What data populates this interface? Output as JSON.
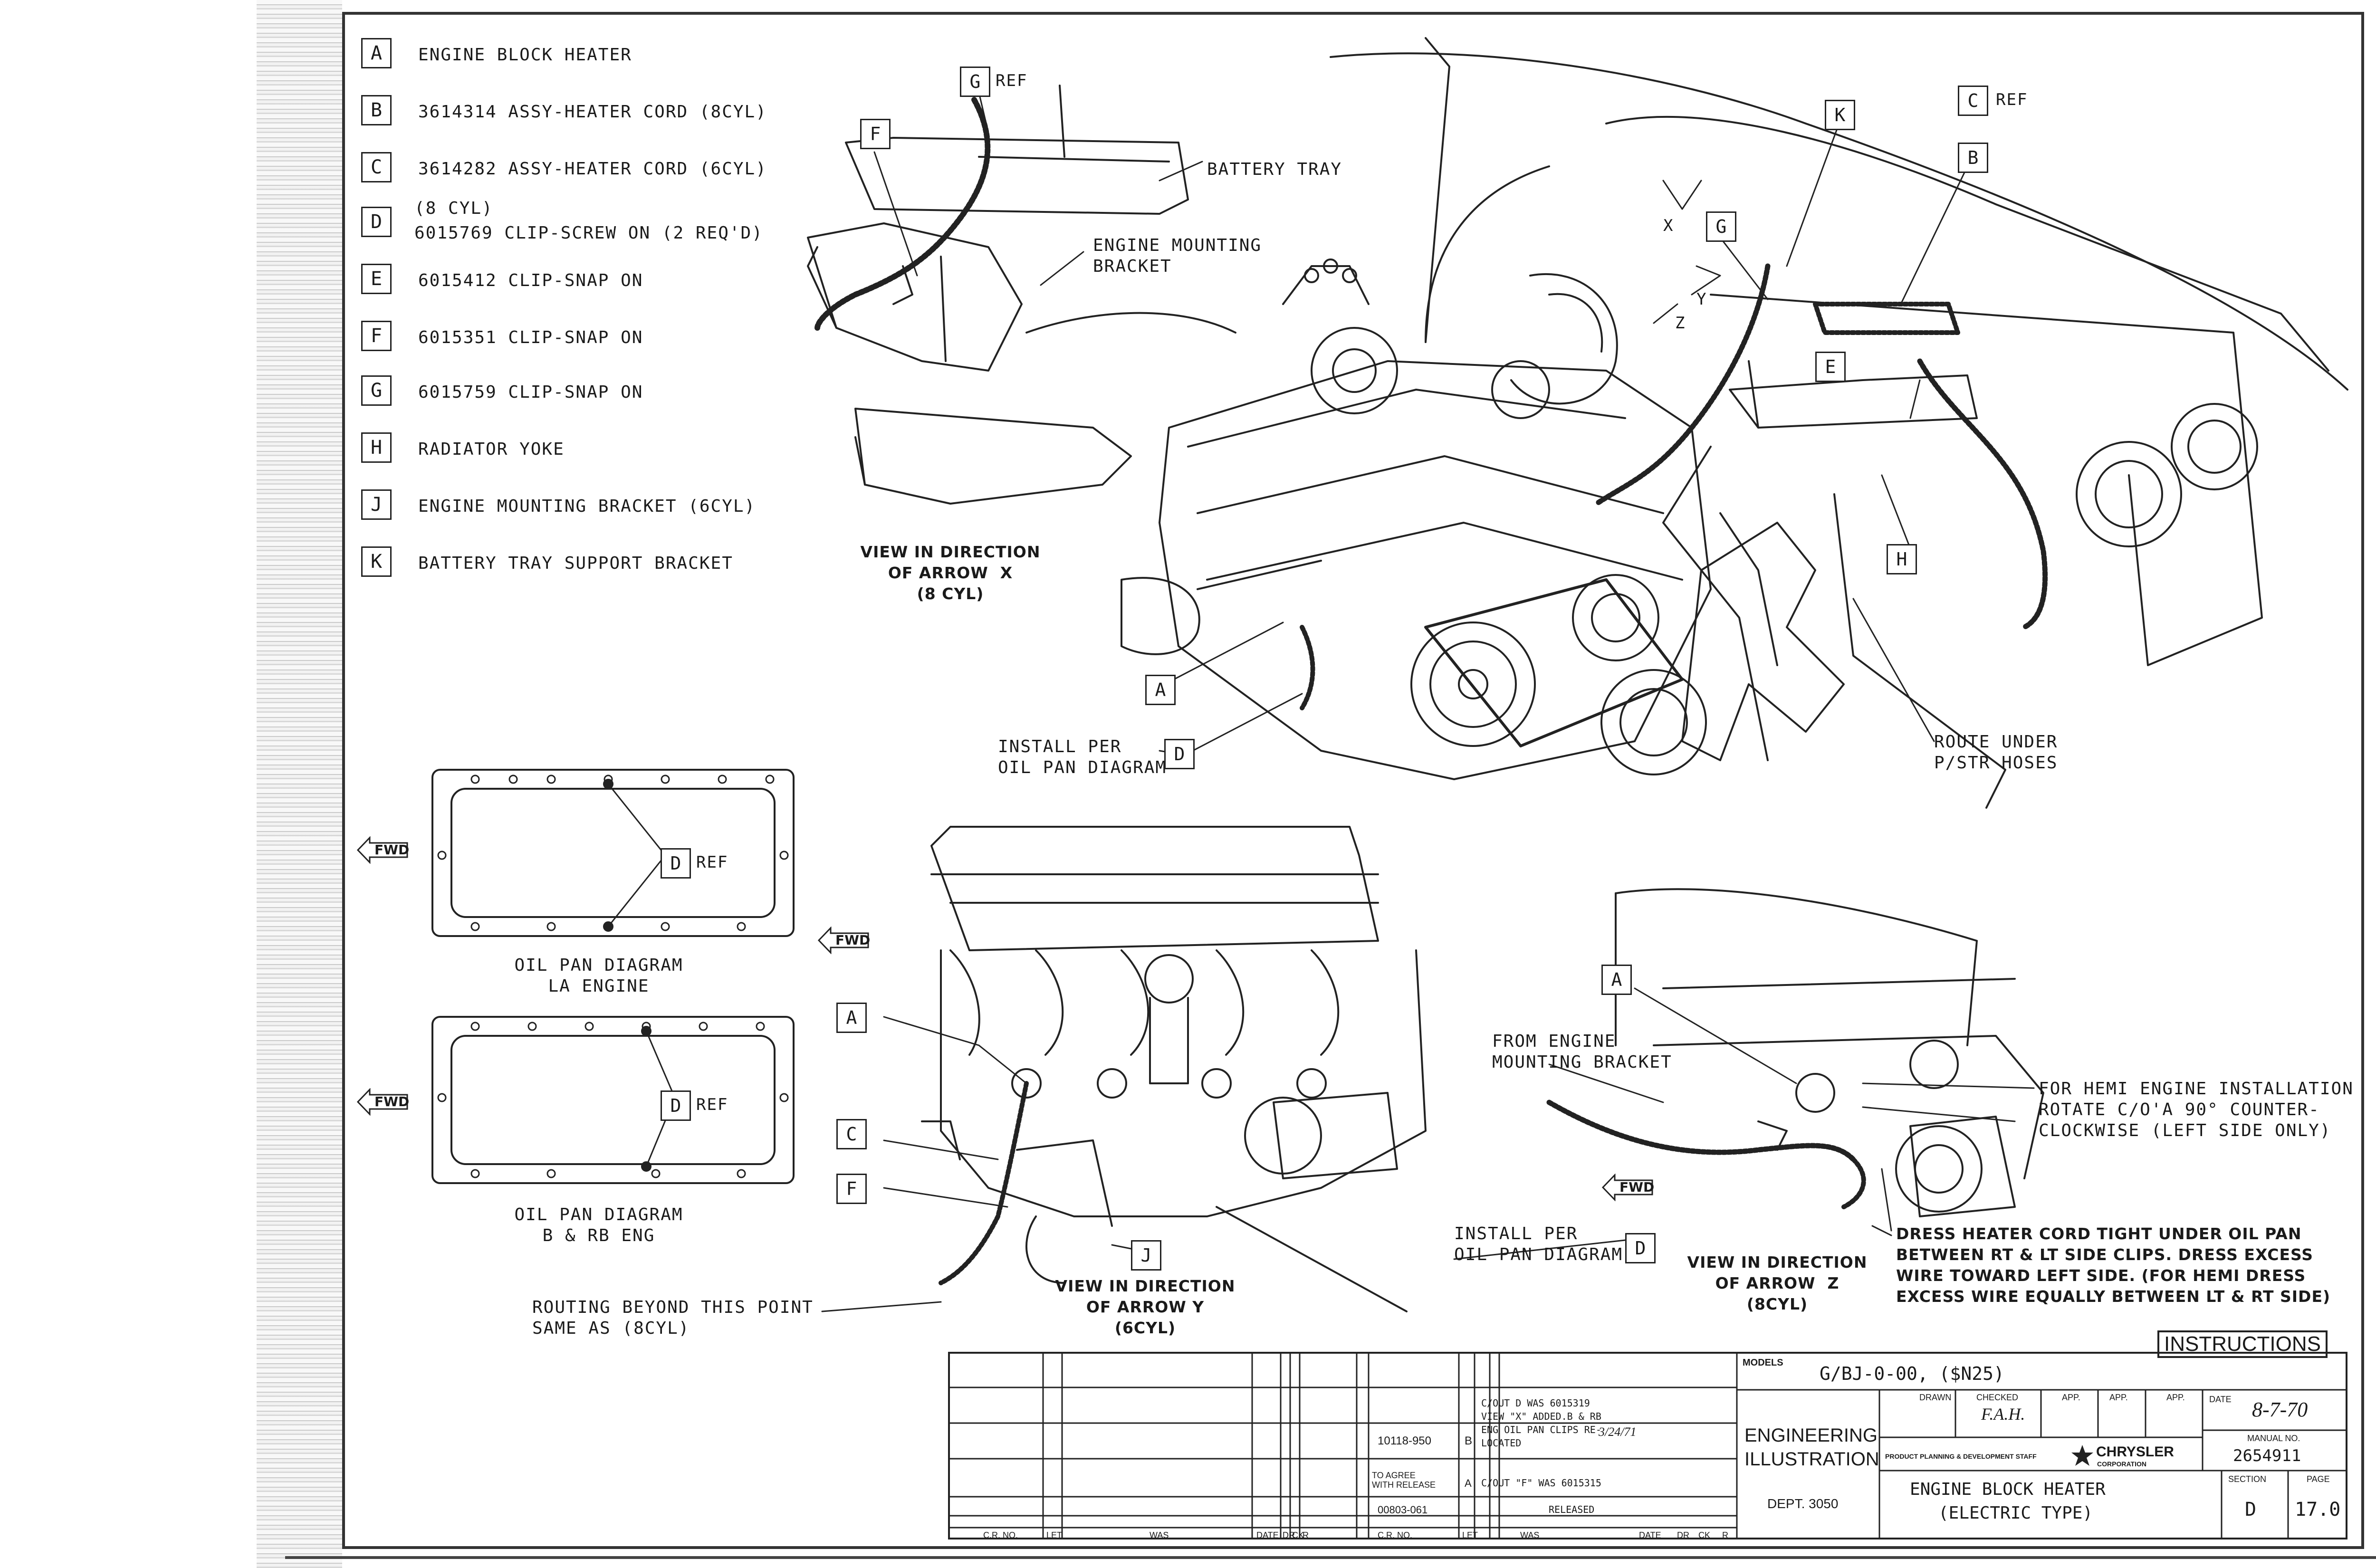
{
  "legend": [
    {
      "key": "A",
      "text": "ENGINE BLOCK HEATER"
    },
    {
      "key": "B",
      "text": "3614314 ASSY-HEATER CORD (8CYL)"
    },
    {
      "key": "C",
      "text": "3614282 ASSY-HEATER CORD (6CYL)"
    },
    {
      "key": "D",
      "pre": "(8 CYL)",
      "text": "6015769 CLIP-SCREW ON (2 REQ'D)"
    },
    {
      "key": "E",
      "text": "6015412 CLIP-SNAP ON"
    },
    {
      "key": "F",
      "text": "6015351 CLIP-SNAP ON"
    },
    {
      "key": "G",
      "text": "6015759 CLIP-SNAP ON"
    },
    {
      "key": "H",
      "text": "RADIATOR YOKE"
    },
    {
      "key": "J",
      "text": "ENGINE MOUNTING BRACKET (6CYL)"
    },
    {
      "key": "K",
      "text": "BATTERY TRAY SUPPORT BRACKET"
    }
  ],
  "notes": {
    "battery_tray": "BATTERY TRAY",
    "engine_mounting_bracket": "ENGINE MOUNTING\nBRACKET",
    "view_x": "VIEW IN DIRECTION\nOF ARROW  X\n(8 CYL)",
    "install_per_1": "INSTALL PER\nOIL PAN DIAGRAM",
    "route_under": "ROUTE UNDER\nP/STR HOSES",
    "oil_pan_la": "OIL PAN DIAGRAM\nLA ENGINE",
    "oil_pan_b": "OIL PAN DIAGRAM\nB & RB ENG",
    "from_engine": "FROM ENGINE\nMOUNTING BRACKET",
    "hemi": "FOR HEMI ENGINE INSTALLATION\nROTATE C/O'A 90° COUNTER-\nCLOCKWISE (LEFT SIDE ONLY)",
    "dress": "DRESS HEATER CORD TIGHT UNDER OIL PAN\nBETWEEN RT & LT SIDE CLIPS. DRESS EXCESS\nWIRE TOWARD LEFT SIDE. (FOR HEMI DRESS\nEXCESS WIRE EQUALLY BETWEEN LT & RT SIDE)",
    "install_per_2": "INSTALL PER\nOIL PAN DIAGRAM",
    "view_y": "VIEW IN DIRECTION\nOF ARROW Y\n(6CYL)",
    "view_z": "VIEW IN DIRECTION\nOF ARROW  Z\n(8CYL)",
    "routing": "ROUTING BEYOND THIS POINT\nSAME AS (8CYL)",
    "ref": "REF",
    "fwd": "FWD",
    "arrow_x": "X",
    "arrow_y": "Y",
    "arrow_z": "Z"
  },
  "title_block": {
    "instructions": "INSTRUCTIONS",
    "models_label": "MODELS",
    "models_value": "G/BJ-0-00, ($N25)",
    "org_line1": "ENGINEERING",
    "org_line2": "ILLUSTRATION",
    "dept": "DEPT. 3050",
    "drawn_label": "DRAWN",
    "checked_label": "CHECKED",
    "checked_value": "F.A.H.",
    "app_label": "APP.",
    "date_label": "DATE",
    "date_value": "8-7-70",
    "staff": "PRODUCT PLANNING & DEVELOPMENT STAFF",
    "company": "CHRYSLER",
    "company_sub": "CORPORATION",
    "manual_label": "MANUAL NO.",
    "manual_value": "2654911",
    "title_line1": "ENGINE BLOCK HEATER",
    "title_line2": "(ELECTRIC TYPE)",
    "section_label": "SECTION",
    "section_value": "D",
    "page_label": "PAGE",
    "page_value": "17.0",
    "rev1_cr": "10118-950",
    "rev1_let": "B",
    "rev1_was": "C/OUT D WAS 6015319\nVIEW \"X\" ADDED.B & RB\nENG OIL PAN CLIPS RE-\nLOCATED",
    "rev1_date": "3/24/71",
    "rev2_cr": "TO AGREE\nWITH RELEASE",
    "rev2_let": "A",
    "rev2_was": "C/OUT \"F\" WAS 6015315",
    "rev3_cr": "00803-061",
    "rev3_was": "RELEASED",
    "col_cr": "C.R. NO.",
    "col_let": "LET",
    "col_was": "WAS",
    "col_date": "DATE",
    "col_dr": "DR",
    "col_ck": "CK",
    "col_r": "R"
  }
}
